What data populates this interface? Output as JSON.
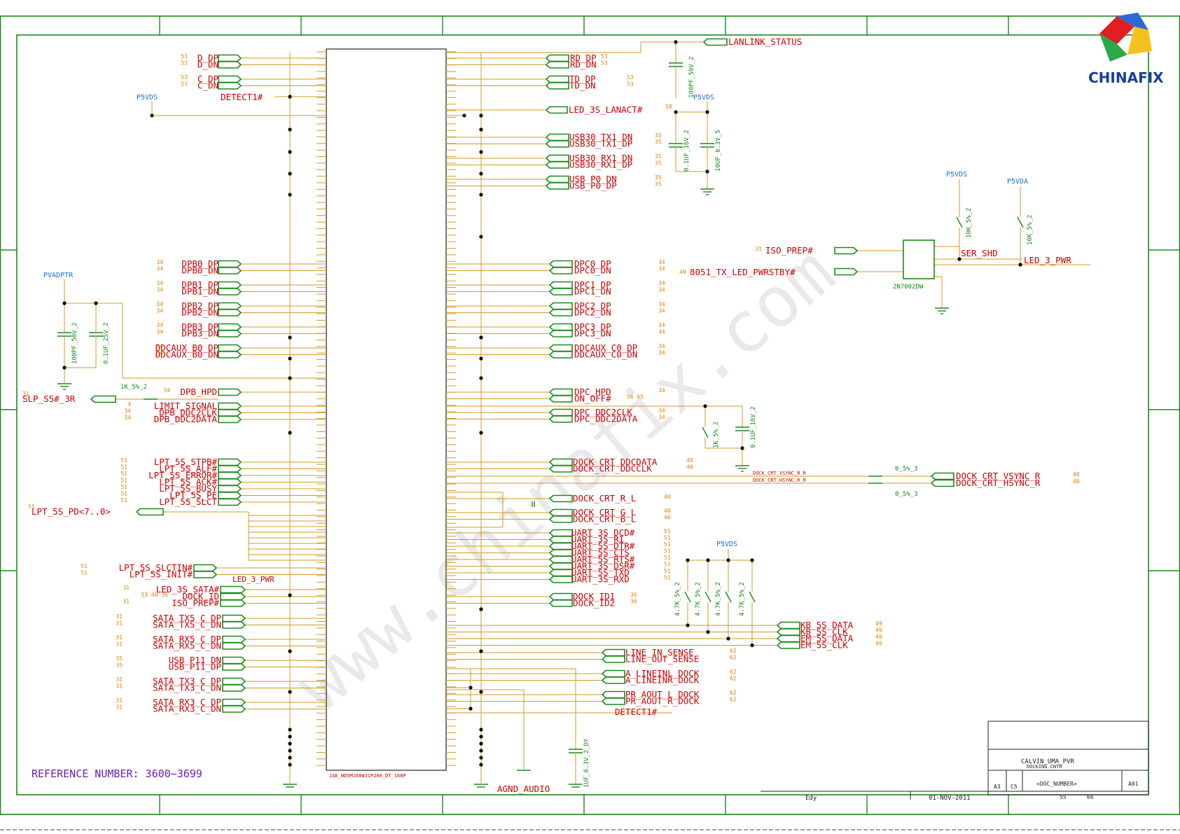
{
  "watermark": "www.chinafix.com",
  "logo": {
    "text": "CHINAFIX"
  },
  "reference_number": "REFERENCE NUMBER: 3600~3699",
  "connector_part": "JAE_WD5M168WJ1P200_DT_168P",
  "left_upper": [
    {
      "name": "D_DP",
      "page": "53"
    },
    {
      "name": "D_DN",
      "page": "53"
    },
    {
      "name": "C_DP",
      "page": "53"
    },
    {
      "name": "C_DN",
      "page": "53"
    }
  ],
  "detect_top": "DETECT1#",
  "right_upper": [
    {
      "name": "RD_DP",
      "page": "53"
    },
    {
      "name": "RD_DN",
      "page": "53"
    },
    {
      "name": "TD_DP",
      "page": "53"
    },
    {
      "name": "TD_DN",
      "page": "53"
    }
  ],
  "lanlink": "LANLINK_STATUS",
  "led_lanact": {
    "name": "LED_3S_LANACT#",
    "page": "58"
  },
  "usb30": [
    {
      "name": "USB30_TX1_DN",
      "page": "35"
    },
    {
      "name": "USB30_TX1_DP",
      "page": "35"
    },
    {
      "name": "USB30_RX1_DN",
      "page": "35"
    },
    {
      "name": "USB30_RX1_DP",
      "page": "35"
    },
    {
      "name": "USB_P0_DN",
      "page": "35"
    },
    {
      "name": "USB_P0_DP",
      "page": "35"
    }
  ],
  "dpb": [
    {
      "name": "DPB0_DP",
      "page": "34"
    },
    {
      "name": "DPB0_DN",
      "page": "34"
    },
    {
      "name": "DPB1_DP",
      "page": "34"
    },
    {
      "name": "DPB1_DN",
      "page": "34"
    },
    {
      "name": "DPB2_DP",
      "page": "34"
    },
    {
      "name": "DPB2_DN",
      "page": "34"
    },
    {
      "name": "DPB3_DP",
      "page": "34"
    },
    {
      "name": "DPB3_DN",
      "page": "34"
    },
    {
      "name": "DDCAUX_B0_DP",
      "page": "34"
    },
    {
      "name": "DDCAUX_B0_DN",
      "page": "34"
    }
  ],
  "dpc": [
    {
      "name": "DPC0_DP",
      "page": "34"
    },
    {
      "name": "DPC0_DN",
      "page": "34"
    },
    {
      "name": "DPC1_DP",
      "page": "34"
    },
    {
      "name": "DPC1_DN",
      "page": "34"
    },
    {
      "name": "DPC2_DP",
      "page": "34"
    },
    {
      "name": "DPC2_DN",
      "page": "34"
    },
    {
      "name": "DPC3_DP",
      "page": "34"
    },
    {
      "name": "DPC3_DN",
      "page": "34"
    },
    {
      "name": "DDCAUX_C0_DP",
      "page": "34"
    },
    {
      "name": "DDCAUX_C0_DN",
      "page": "34"
    }
  ],
  "dpb_misc": [
    {
      "name": "DPB_HPD",
      "page": "34"
    },
    {
      "name": "LIMIT_SIGNAL",
      "page": "4"
    },
    {
      "name": "DPB_DDC2CLK",
      "page": "34"
    },
    {
      "name": "DPB_DDC2DATA",
      "page": "34"
    }
  ],
  "slp": {
    "name": "SLP_S5#_3R",
    "page": "31"
  },
  "dpc_misc": [
    {
      "name": "DPC_HPD",
      "page": "34"
    },
    {
      "name": "ON_OFF#",
      "page": "56 65"
    },
    {
      "name": "DPC_DDC2CLK",
      "page": "34"
    },
    {
      "name": "DPC_DDC2DATA",
      "page": "34"
    }
  ],
  "lpt": [
    {
      "name": "LPT_5S_STPB#",
      "page": "51"
    },
    {
      "name": "LPT_5S_ALF#",
      "page": "51"
    },
    {
      "name": "LPT_5S_ERROR#",
      "page": "51"
    },
    {
      "name": "LPT_5S_ACK#",
      "page": "51"
    },
    {
      "name": "LPT_5S_BUSY",
      "page": "51"
    },
    {
      "name": "LPT_5S_PE",
      "page": "51"
    },
    {
      "name": "LPT_5S_SLCT",
      "page": "51"
    }
  ],
  "lpt_pd": {
    "name": "LPT_5S_PD<7..0>",
    "page": "51"
  },
  "lpt2": [
    {
      "name": "LPT_5S_SLCTIN#",
      "page": "51"
    },
    {
      "name": "LPT_5S_INIT#",
      "page": "51"
    }
  ],
  "led3pwr_small": "LED_3_PWR",
  "dock_crt": [
    {
      "name": "DOCK_CRT_DDCDATA",
      "page": "40"
    },
    {
      "name": "DOCK_CRT_DDCCLK",
      "page": "40"
    }
  ],
  "crt_sync_local": [
    "DOCK_CRT_VSYNC_R_R",
    "DOCK_CRT_HSYNC_R_R"
  ],
  "crt_sync_out": [
    {
      "name": "DOCK_CRT_VSYNC_R",
      "page": "40"
    },
    {
      "name": "DOCK_CRT_HSYNC_R",
      "page": "40"
    }
  ],
  "crt_rgb": [
    {
      "name": "DOCK_CRT_R_L",
      "page": "40"
    },
    {
      "name": "DOCK_CRT_G_L",
      "page": "40"
    },
    {
      "name": "DOCK_CRT_B_L",
      "page": "40"
    }
  ],
  "uart": [
    {
      "name": "UART_3S_DCD#",
      "page": "51"
    },
    {
      "name": "UART_3S_RI",
      "page": "51"
    },
    {
      "name": "UART_5S_DTR#",
      "page": "51"
    },
    {
      "name": "UART_5S_CTS",
      "page": "51"
    },
    {
      "name": "UART_5S_RTS#",
      "page": "51"
    },
    {
      "name": "UART_3S_DSR#",
      "page": "51"
    },
    {
      "name": "UART_5S_TXD",
      "page": "51"
    },
    {
      "name": "UART_3S_RXD",
      "page": "51"
    }
  ],
  "dock_id": [
    {
      "name": "DOCK_ID1",
      "page": "36"
    },
    {
      "name": "DOCK_ID2",
      "page": "36"
    }
  ],
  "left_lower_misc": [
    {
      "name": "LED_3S_SATA#",
      "page": "31"
    },
    {
      "name": "DOCK_ID",
      "page": "53 40 36"
    },
    {
      "name": "ISO_PREP#",
      "page": "31"
    }
  ],
  "sata": [
    {
      "name": "SATA_TX5_C_DP",
      "page": "31"
    },
    {
      "name": "SATA_TX5_C_DN",
      "page": "31"
    },
    {
      "name": "SATA_RX5_C_DP",
      "page": "31"
    },
    {
      "name": "SATA_RX5_C_DN",
      "page": "31"
    },
    {
      "name": "USB_P11_DN",
      "page": "35"
    },
    {
      "name": "USB_P11_DP",
      "page": "35"
    },
    {
      "name": "SATA_TX3_C_DP",
      "page": "31"
    },
    {
      "name": "SATA_TX3_C_DN",
      "page": "31"
    },
    {
      "name": "SATA_RX3_C_DP",
      "page": "31"
    },
    {
      "name": "SATA_RX3_C_DN",
      "page": "31"
    }
  ],
  "kb": [
    {
      "name": "KB_5S_DATA",
      "page": "49"
    },
    {
      "name": "KB_5S_CLK",
      "page": "49"
    },
    {
      "name": "EM_5S_DATA",
      "page": "49"
    },
    {
      "name": "EM_5S_CLK",
      "page": "49"
    }
  ],
  "audio": [
    {
      "name": "LINE_IN_SENSE",
      "page": "62"
    },
    {
      "name": "LINE_OUT_SENSE",
      "page": "62"
    },
    {
      "name": "A_LINEINL_DOCK",
      "page": "62"
    },
    {
      "name": "A_LINEINR_DOCK",
      "page": "62"
    },
    {
      "name": "PR_AOUT_L_DOCK",
      "page": "62"
    },
    {
      "name": "PR_AOUT_R_DOCK",
      "page": "62"
    }
  ],
  "detect_bottom": "DETECT1#",
  "agnd": "AGND_AUDIO",
  "iso_prep_right": {
    "name": "ISO_PREP#",
    "page": "31"
  },
  "led_pwrstby": {
    "name": "8051_TX_LED_PWRSTBY#",
    "page": "49"
  },
  "ser_shd": "SER_SHD",
  "led3pwr": "LED_3_PWR",
  "fet": "2N7002DW",
  "power": {
    "p5vds": "P5VDS",
    "p5vda": "P5VDA",
    "pvadptr": "PVADPTR"
  },
  "parts": {
    "c_lanlink": "100PF_50V_2",
    "c_01uf_16v": "0.1UF_16V_2",
    "c_10uf": "10UF_6.3V_5",
    "c_100pf": "100PF_50V_2",
    "c_01uf_25v": "0.1UF_25V_2",
    "r_1k": "1K_5%_2",
    "r_10k_a": "10K_5%_2",
    "r_10k_b": "10K_5%_2",
    "r_dpc_1k": "1K_5%_2",
    "c_dpc": "0.1UF_16V_2",
    "r_0a": "0_5%_3",
    "r_0b": "0_5%_3",
    "r_47k": "4.7K_5%_2",
    "c_1uf": "1UF_6.3V_2_DY"
  },
  "title_block": {
    "title": "CALVIN_UMA_PVR",
    "subtitle": "DOCKING CNTR",
    "size": "A3",
    "code": "C5",
    "doc": "<DOC_NUMBER>",
    "rev": "A01",
    "author": "Edy",
    "date": "01-NOV-2011",
    "sheet": "55",
    "of": "66"
  }
}
